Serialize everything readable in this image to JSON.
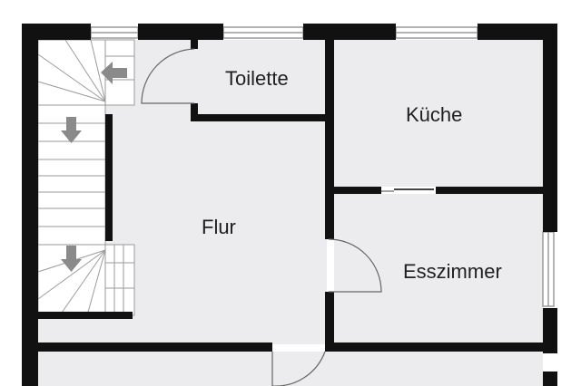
{
  "rooms": {
    "toilette": "Toilette",
    "kueche": "Küche",
    "flur": "Flur",
    "esszimmer": "Esszimmer"
  },
  "colors": {
    "wall": "#111111",
    "floor": "#ececee",
    "stair_fill": "#ffffff",
    "stair_line": "#9a9a9a",
    "arrow": "#8a8a8a",
    "window_frame": "#9a9a9a",
    "door_line": "#666666"
  },
  "icons": {
    "stair_arrows": [
      "arrow-left-icon",
      "arrow-down-icon",
      "arrow-down-icon"
    ]
  }
}
